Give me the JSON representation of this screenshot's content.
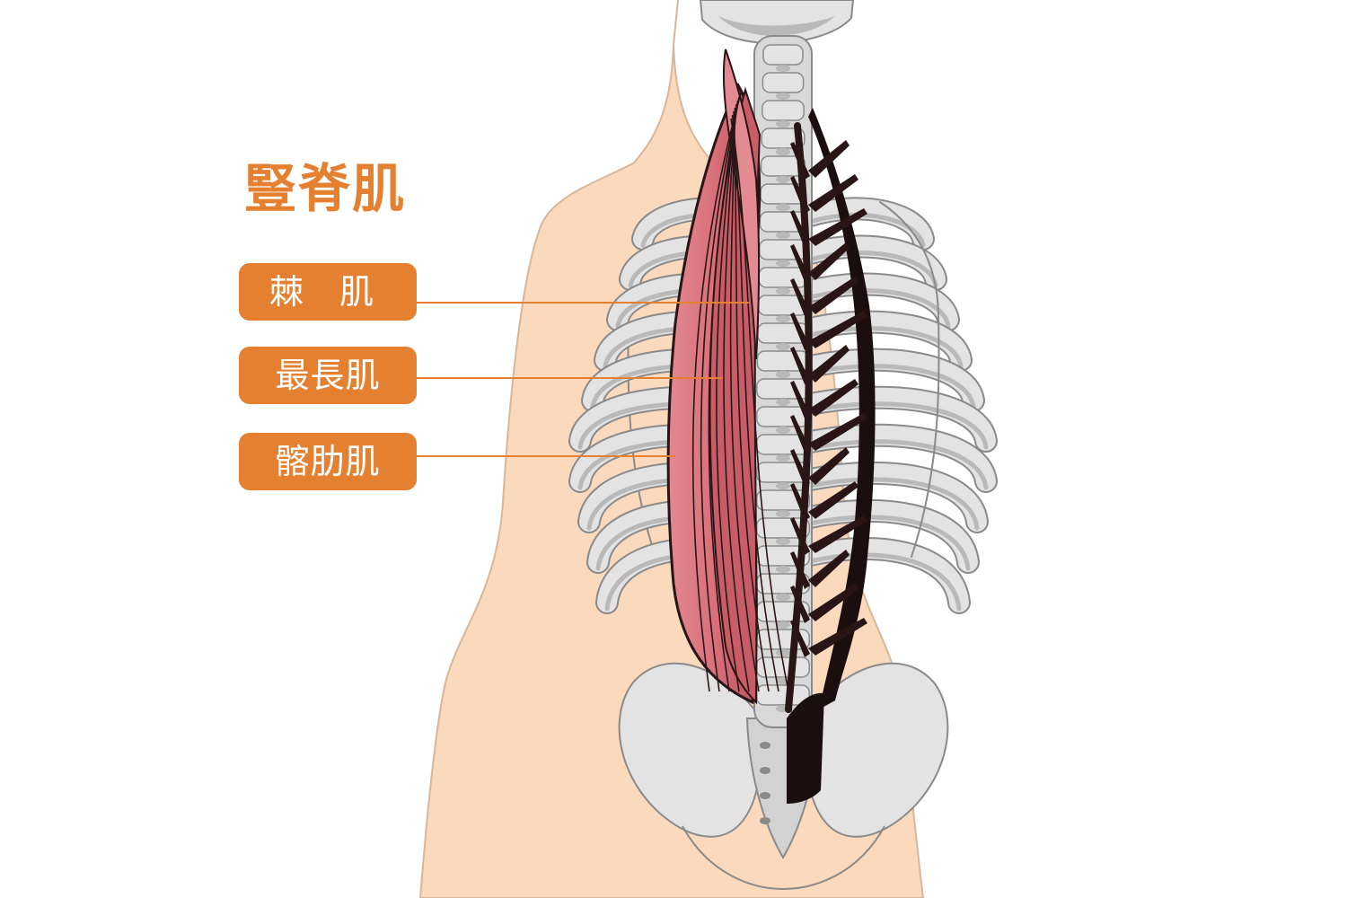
{
  "title": "豎脊肌",
  "labels": [
    {
      "text": "棘 肌"
    },
    {
      "text": "最長肌"
    },
    {
      "text": "髂肋肌"
    }
  ],
  "colors": {
    "skin": "#fbd9bd",
    "skin_outline": "#d7b79b",
    "bone": "#e3e3e3",
    "bone_shadow": "#b9b9b9",
    "bone_outline": "#8a8a8a",
    "muscle": "#d9707a",
    "muscle_dark": "#2a1516",
    "accent": "#e58031",
    "leader_line": "#e58031",
    "label_text": "#ffffff"
  }
}
